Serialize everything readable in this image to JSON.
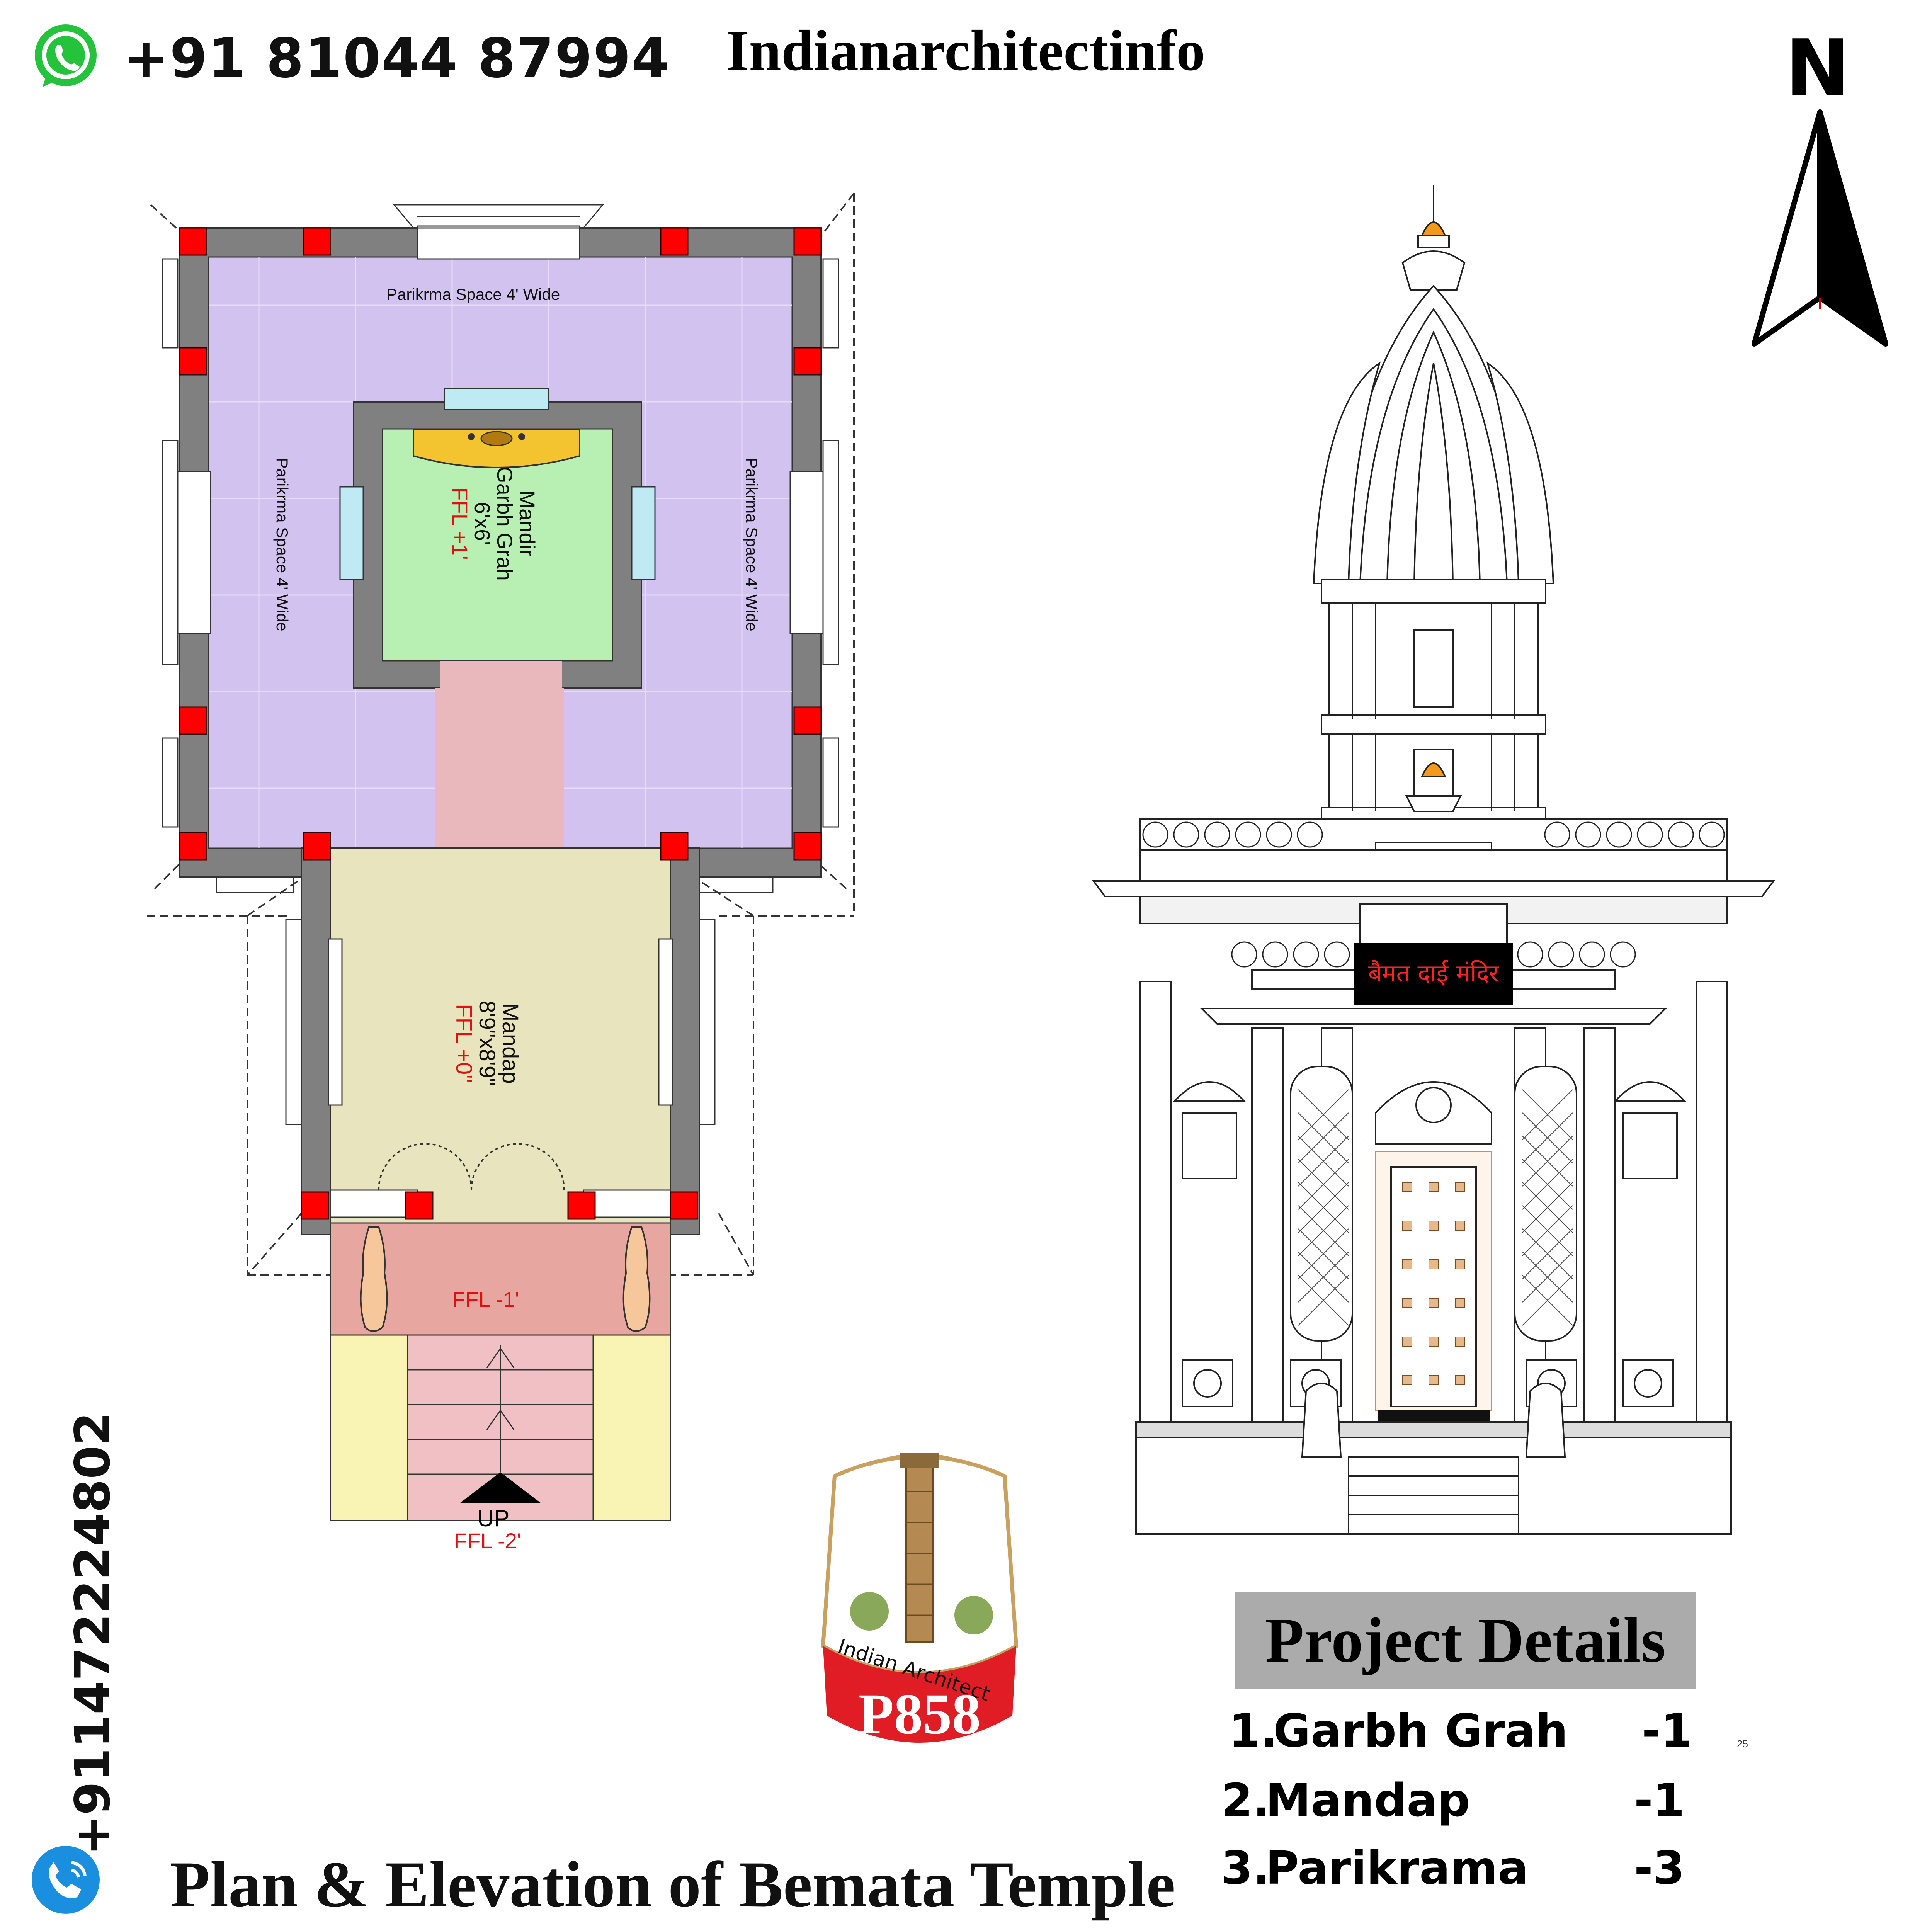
{
  "header": {
    "whatsapp_number": "+91 81044 87994",
    "brand": "Indianarchitectinfo",
    "north_label": "N"
  },
  "side": {
    "phone_number": "+911472224802"
  },
  "plan": {
    "parikrama_top": "Parikrma Space 4' Wide",
    "parikrama_left": "Parikrma Space 4' Wide",
    "parikrama_right": "Parikrma Space 4' Wide",
    "garbh_line1": "Mandir",
    "garbh_line2": "Garbh Grah",
    "garbh_size": "6'x6'",
    "garbh_ffl": "FFL +1'",
    "mandap_name": "Mandap",
    "mandap_size": "8'9\"x8'9\"",
    "mandap_ffl": "FFL +0\"",
    "porch_ffl": "FFL -1'",
    "stairs_label": "UP",
    "bottom_ffl": "FFL -2'"
  },
  "elevation": {
    "temple_sign": "बैमत दाई मंदिर"
  },
  "logo": {
    "badge_text": "Indian Architect",
    "code": "P858"
  },
  "project_details": {
    "title": "Project Details",
    "items": [
      {
        "num": "1.",
        "name": "Garbh Grah",
        "qty": "-1"
      },
      {
        "num": "2.",
        "name": "Mandap",
        "qty": "-1"
      },
      {
        "num": "3.",
        "name": "Parikrama",
        "qty": "-3"
      }
    ]
  },
  "page_title": "Plan & Elevation of Bemata Temple",
  "tiny_note": "25",
  "colors": {
    "parikrama": "#d2c2f0",
    "garbh": "#b8f0b4",
    "mandap": "#e8e4bd",
    "porch": "#e8a6a0",
    "stairs": "#f0c0c4",
    "wall": "#808080",
    "column": "#ff0000",
    "sign_bg": "#000000",
    "sign_text": "#ff2222",
    "logo_red": "#e01c24"
  }
}
